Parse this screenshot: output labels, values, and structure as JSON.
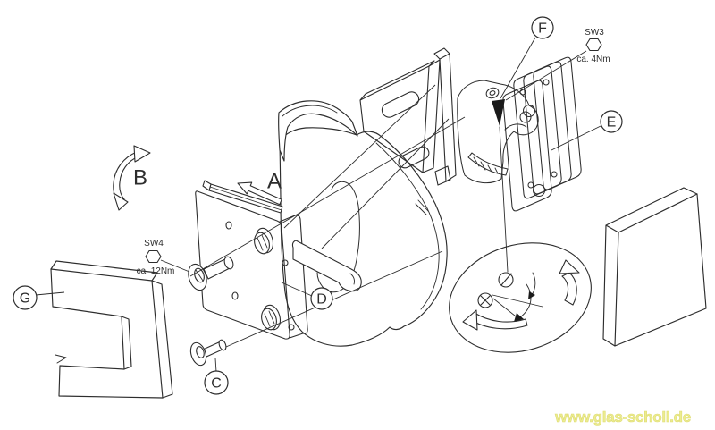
{
  "drawing": {
    "kind": "exploded-assembly-line-drawing",
    "colors": {
      "line": "#2d2d2d",
      "background": "#ffffff",
      "watermark": "#ecec8f",
      "pointer_fill": "#1a1a1a"
    }
  },
  "labels": {
    "a": "A",
    "b": "B",
    "c": "C",
    "d": "D",
    "e": "E",
    "f": "F",
    "g": "G"
  },
  "tools": {
    "sw3": {
      "name": "SW3",
      "torque": "ca. 4Nm"
    },
    "sw4": {
      "name": "SW4",
      "torque": "ca. 12Nm"
    }
  },
  "watermark": {
    "text": "www.glas-scholl.de"
  },
  "icons": {
    "sw3_hex": "hex-key-icon",
    "sw4_hex": "hex-key-icon",
    "pointer": "triangle-pointer-icon",
    "arrow_a": "slide-arrow-icon",
    "arrow_b": "rotate-arrow-icon",
    "allowed": "slash-circle-icon",
    "not_allowed": "crossed-circle-icon",
    "rotate_cw": "curved-arrow-icon",
    "rotate_ccw": "curved-arrow-icon"
  }
}
